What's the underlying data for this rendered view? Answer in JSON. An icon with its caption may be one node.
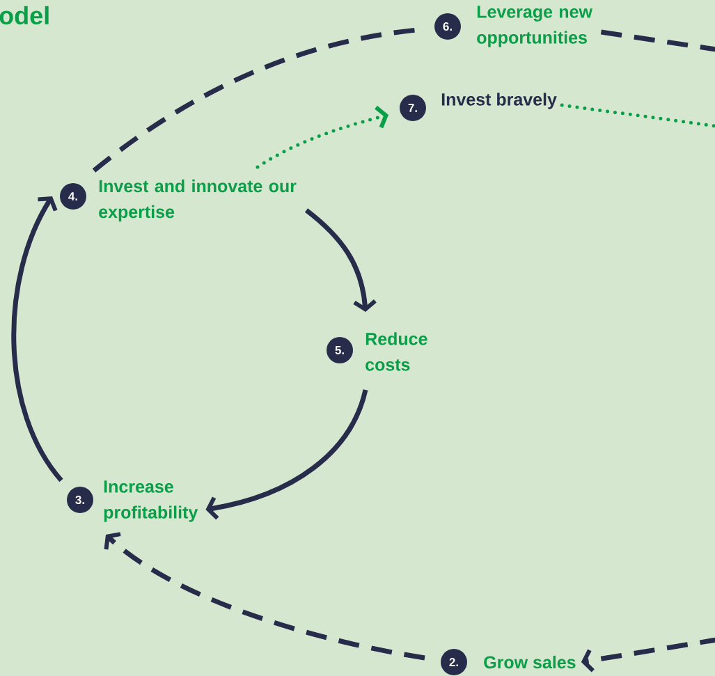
{
  "diagram": {
    "title": "odel",
    "nodes": [
      {
        "text": [
          "6.",
          "Leverage new opportunities"
        ]
      },
      {
        "text": [
          "7.",
          "Invest bravely"
        ]
      },
      {
        "text": [
          "4.",
          "Invest and innovate our expertise"
        ]
      },
      {
        "text": [
          "5.",
          "Reduce costs"
        ]
      },
      {
        "text": [
          "3.",
          "Increase profitability"
        ]
      },
      {
        "text": [
          "2.",
          "Grow sales"
        ]
      }
    ],
    "edges": [
      {
        "from": 2,
        "to": 0,
        "arrow": "none",
        "style": "dashed"
      },
      {
        "from": 0,
        "to": null,
        "arrow": "none",
        "style": "dashed"
      },
      {
        "from": 2,
        "to": 1,
        "arrow": "to",
        "style": "dashed",
        "color": "#0a9e49"
      },
      {
        "from": 1,
        "to": null,
        "arrow": "none",
        "style": "dashed",
        "color": "#0a9e49"
      },
      {
        "from": 2,
        "to": 3,
        "arrow": "to"
      },
      {
        "from": 3,
        "to": 4,
        "arrow": "to"
      },
      {
        "from": 4,
        "to": 2,
        "arrow": "to"
      },
      {
        "from": 5,
        "to": 4,
        "arrow": "to",
        "style": "dashed"
      },
      {
        "from": null,
        "to": 5,
        "arrow": "to",
        "style": "dashed"
      }
    ]
  }
}
